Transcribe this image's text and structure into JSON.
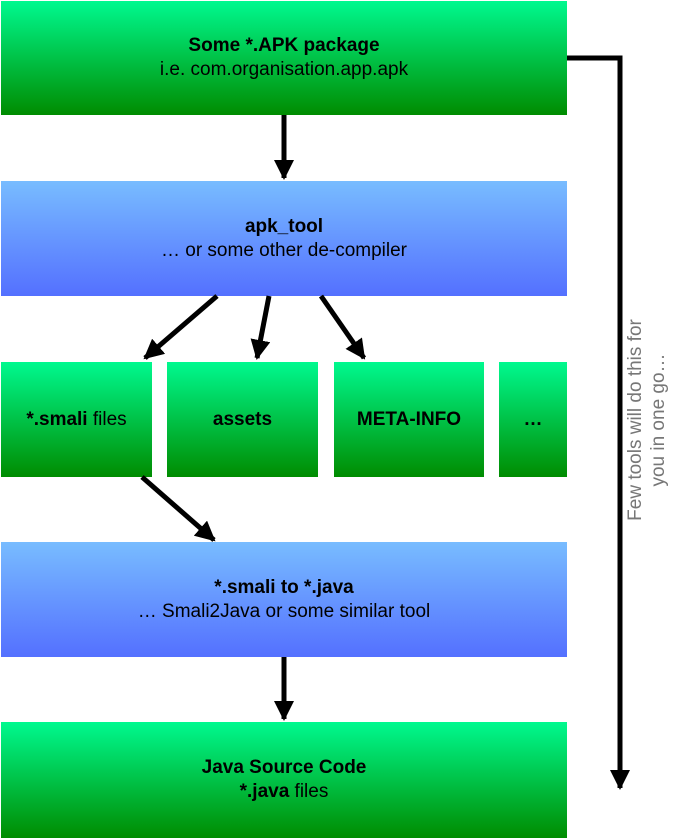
{
  "nodes": {
    "apk": {
      "title": "Some *.APK package",
      "subtitle": "i.e. com.organisation.app.apk"
    },
    "apktool": {
      "title": "apk_tool",
      "subtitle": "… or some other de-compiler"
    },
    "smali": {
      "bold": "*.smali",
      "rest": " files"
    },
    "assets": {
      "title": "assets"
    },
    "meta": {
      "title": "META-INFO"
    },
    "more": {
      "title": "…"
    },
    "converter": {
      "title": "*.smali to *.java",
      "subtitle": "… Smali2Java or some similar tool"
    },
    "source": {
      "title": "Java Source Code",
      "bold": "*.java",
      "rest": " files"
    }
  },
  "side_note": {
    "line1": "Few tools will do this for",
    "line2": "you in one go…"
  },
  "colors": {
    "green_top": "#00f98f",
    "green_bottom": "#008c00",
    "blue_top": "#78bcff",
    "blue_bottom": "#5470ff"
  }
}
